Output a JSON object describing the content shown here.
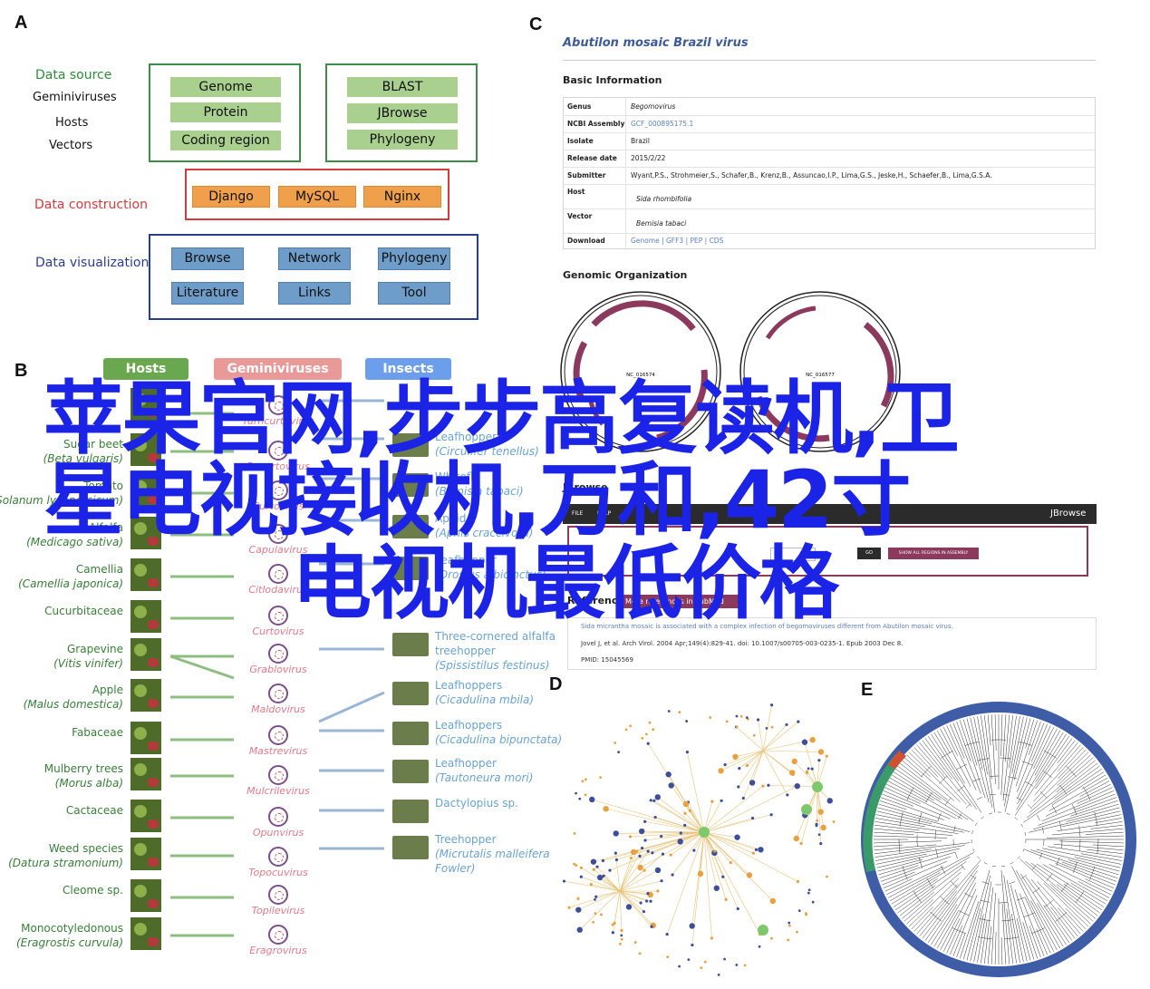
{
  "panel_labels": {
    "a": "A",
    "b": "B",
    "c": "C",
    "d": "D",
    "e": "E"
  },
  "panel_a": {
    "data_source": {
      "label": "Data source",
      "items": [
        "Geminiviruses",
        "Hosts",
        "Vectors"
      ]
    },
    "source_box_1": [
      "Genome",
      "Protein",
      "Coding region"
    ],
    "source_box_2": [
      "BLAST",
      "JBrowse",
      "Phylogeny"
    ],
    "data_construction": {
      "label": "Data construction",
      "items": [
        "Django",
        "MySQL",
        "Nginx"
      ]
    },
    "data_visualization": {
      "label": "Data visualization",
      "items": [
        "Browse",
        "Network",
        "Phylogeny",
        "Literature",
        "Links",
        "Tool"
      ]
    },
    "colors": {
      "source": "#2e8b3a",
      "construction": "#d43b3b",
      "visualization": "#2b3d8f",
      "green_chip": "#a9d08e",
      "orange_chip": "#f0a04b",
      "blue_chip": "#6e9dc9"
    }
  },
  "panel_b": {
    "headers": {
      "hosts": "Hosts",
      "geminiviruses": "Geminiviruses",
      "insects": "Insects"
    },
    "header_colors": {
      "hosts": "#6aa84f",
      "geminiviruses": "#ea9999",
      "insects": "#6d9eeb"
    },
    "hosts": [
      {
        "name": "Sugar beet",
        "latin": "(Beta vulgaris)"
      },
      {
        "name": "Tomato",
        "latin": "(Solanum lycopersicum)"
      },
      {
        "name": "Alfalfa",
        "latin": "(Medicago sativa)"
      },
      {
        "name": "Camellia",
        "latin": "(Camellia japonica)"
      },
      {
        "name": "Cucurbitaceae",
        "latin": ""
      },
      {
        "name": "Grapevine",
        "latin": "(Vitis vinifer)"
      },
      {
        "name": "Apple",
        "latin": "(Malus domestica)"
      },
      {
        "name": "Fabaceae",
        "latin": ""
      },
      {
        "name": "Mulberry trees",
        "latin": "(Morus alba)"
      },
      {
        "name": "Cactaceae",
        "latin": ""
      },
      {
        "name": "Weed species",
        "latin": "(Datura stramonium)"
      },
      {
        "name": "Cleome sp.",
        "latin": ""
      },
      {
        "name": "Monocotyledonous",
        "latin": "(Eragrostis curvula)"
      }
    ],
    "viruses": [
      "Turncurtovirus",
      "Becurtovirus",
      "Curtovirus",
      "Capulavirus",
      "Citlodavirus",
      "Curtovirus",
      "Grablovirus",
      "Maldovirus",
      "Mastrevirus",
      "Mulcrilevirus",
      "Opunvirus",
      "Topocuvirus",
      "Topilevirus",
      "Eragrovirus"
    ],
    "insects": [
      {
        "name": "Leafhopper",
        "latin": "(Circulifer tenellus)"
      },
      {
        "name": "Whitefly",
        "latin": "(Bemisia tabaci)"
      },
      {
        "name": "Aphid",
        "latin": "(Aphis craccivora)"
      },
      {
        "name": "Leafhopper",
        "latin": "(Orosius albicinctus)"
      },
      {
        "name": "Three-cornered alfalfa treehopper",
        "latin": "(Spissistilus festinus)"
      },
      {
        "name": "Leafhoppers",
        "latin": "(Cicadulina mbila)"
      },
      {
        "name": "Leafhoppers",
        "latin": "(Cicadulina bipunctata)"
      },
      {
        "name": "Leafhopper",
        "latin": "(Tautoneura mori)"
      },
      {
        "name": "Dactylopius sp.",
        "latin": ""
      },
      {
        "name": "Treehopper",
        "latin": "(Micrutalis malleifera Fowler)"
      }
    ]
  },
  "panel_c": {
    "title": "Abutilon mosaic Brazil virus",
    "basic_info_heading": "Basic Information",
    "table": [
      {
        "key": "Genus",
        "value": "Begomovirus"
      },
      {
        "key": "NCBI Assembly",
        "value": "GCF_000895175.1"
      },
      {
        "key": "Isolate",
        "value": "Brazil"
      },
      {
        "key": "Release date",
        "value": "2015/2/22"
      },
      {
        "key": "Submitter",
        "value": "Wyant,P.S., Strohmeier,S., Schafer,B., Krenz,B., Assuncao,I.P., Lima,G.S., Jeske,H., Schaefer,B., Lima,G.S.A."
      },
      {
        "key": "Host",
        "value": "Sida rhombifolia"
      },
      {
        "key": "Vector",
        "value": "Bemisia tabaci"
      },
      {
        "key": "Download",
        "value": "Genome | GFF3 | PEP | CDS"
      }
    ],
    "genomic_heading": "Genomic Organization",
    "genomes": [
      "NC_016574",
      "NC_016577"
    ],
    "jbrowse_heading": "JBrowse",
    "jbrowse_menu": [
      "FILE",
      "HELP",
      "JBrowse"
    ],
    "jbrowse_buttons": [
      "GO",
      "SHOW ALL REGIONS IN ASSEMBLY"
    ],
    "references_heading": "References",
    "references_tab": "More references in PubMed",
    "reference_1": "Sida micrantha mosaic is associated with a complex infection of begomoviruses different from Abutilon mosaic virus.",
    "reference_2": "Jovel J, et al.  Arch Virol. 2004 Apr;149(4):829-41. doi: 10.1007/s00705-003-0235-1. Epub 2003 Dec 8.",
    "reference_3": "PMID: 15045569"
  },
  "overlay": {
    "line1": "苹果官网,步步高复读机,卫",
    "line2": "星电视接收机,万和,42寸",
    "line3": "电视机最低价格",
    "color": "#1a23e6"
  }
}
